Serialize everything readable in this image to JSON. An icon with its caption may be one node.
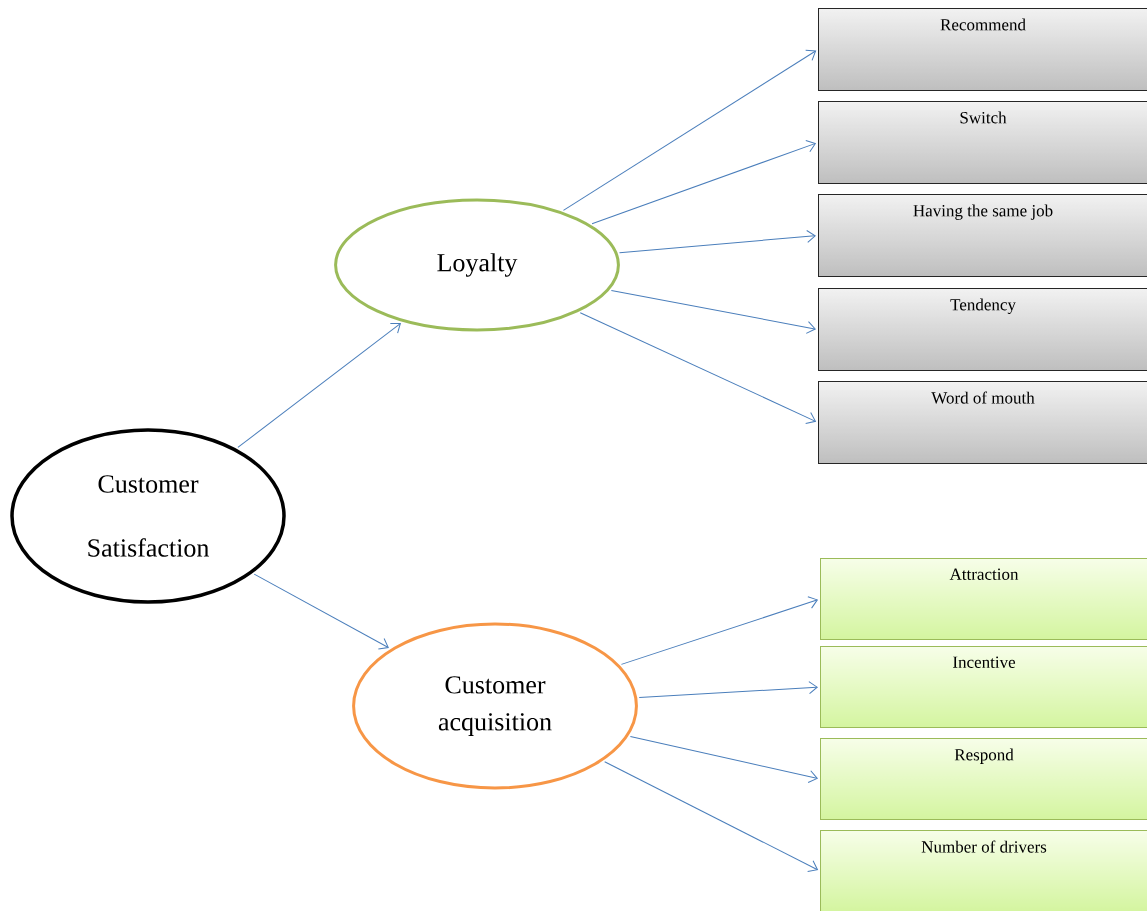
{
  "diagram": {
    "nodes": [
      {
        "text": [
          "Customer Satisfaction"
        ]
      },
      {
        "text": [
          "Loyalty"
        ]
      },
      {
        "text": [
          "Customer acquisition"
        ]
      },
      {
        "text": [
          "Recommend"
        ]
      },
      {
        "text": [
          "Switch"
        ]
      },
      {
        "text": [
          "Having the same job"
        ]
      },
      {
        "text": [
          "Tendency"
        ]
      },
      {
        "text": [
          "Word of mouth"
        ]
      },
      {
        "text": [
          "Attraction"
        ]
      },
      {
        "text": [
          "Incentive"
        ]
      },
      {
        "text": [
          "Respond"
        ]
      },
      {
        "text": [
          "Number of drivers"
        ]
      }
    ],
    "edges": [
      {
        "from": 0,
        "to": 1,
        "arrow": "to"
      },
      {
        "from": 0,
        "to": 2,
        "arrow": "to"
      },
      {
        "from": 1,
        "to": 3,
        "arrow": "to"
      },
      {
        "from": 1,
        "to": 4,
        "arrow": "to"
      },
      {
        "from": 1,
        "to": 5,
        "arrow": "to"
      },
      {
        "from": 1,
        "to": 6,
        "arrow": "to"
      },
      {
        "from": 1,
        "to": 7,
        "arrow": "to"
      },
      {
        "from": 2,
        "to": 8,
        "arrow": "to"
      },
      {
        "from": 2,
        "to": 9,
        "arrow": "to"
      },
      {
        "from": 2,
        "to": 10,
        "arrow": "to"
      },
      {
        "from": 2,
        "to": 11,
        "arrow": "to"
      }
    ]
  }
}
